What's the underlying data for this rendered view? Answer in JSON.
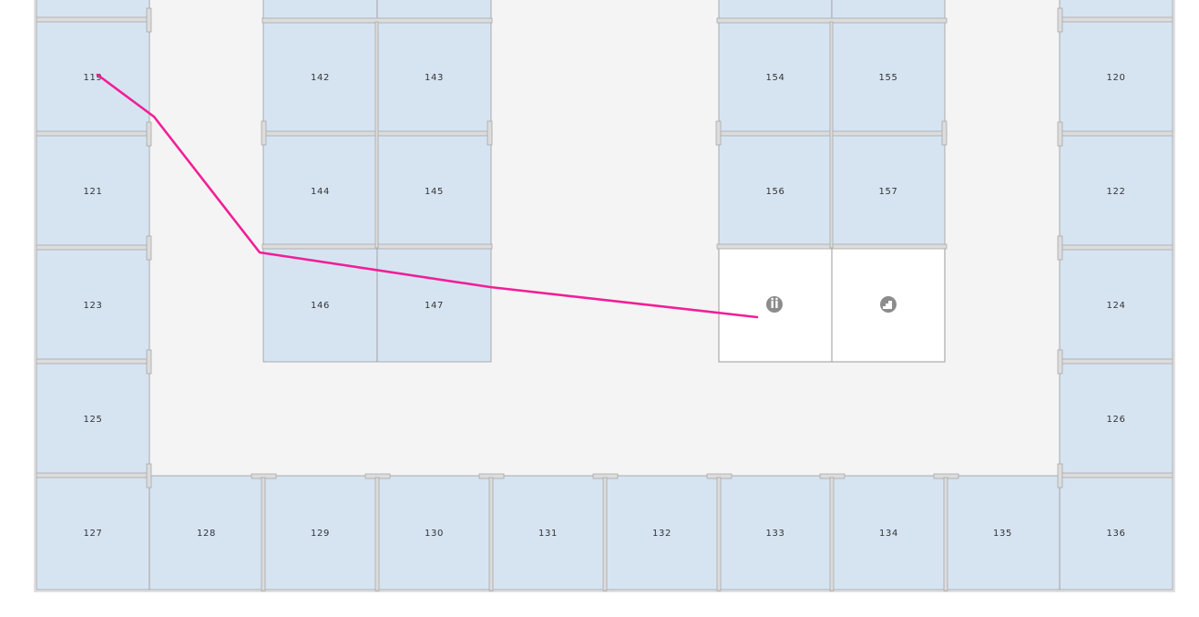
{
  "colors": {
    "booth_fill": "#d6e4f2",
    "booth_stroke": "#9a9a9a",
    "empty_fill": "#ffffff",
    "hall_fill": "#f4f4f4",
    "divider_fill": "#dcdcdc",
    "divider_stroke": "#a8a8a8",
    "route": "#f21e96",
    "icon": "#8c8c8c"
  },
  "booths": {
    "b119": "119",
    "b120": "120",
    "b121": "121",
    "b122": "122",
    "b123": "123",
    "b124": "124",
    "b125": "125",
    "b126": "126",
    "b127": "127",
    "b128": "128",
    "b129": "129",
    "b130": "130",
    "b131": "131",
    "b132": "132",
    "b133": "133",
    "b134": "134",
    "b135": "135",
    "b136": "136",
    "b142": "142",
    "b143": "143",
    "b144": "144",
    "b145": "145",
    "b146": "146",
    "b147": "147",
    "b154": "154",
    "b155": "155",
    "b156": "156",
    "b157": "157"
  },
  "amenities": [
    {
      "icon": "restroom-icon"
    },
    {
      "icon": "stairs-icon"
    }
  ]
}
